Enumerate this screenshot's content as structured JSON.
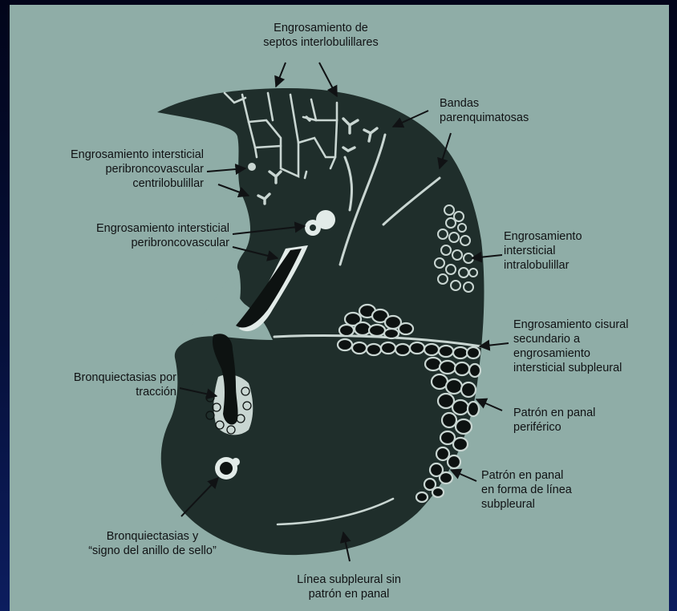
{
  "labels": {
    "septos": [
      "Engrosamiento de",
      "septos interlobulillares"
    ],
    "bandas": [
      "Bandas",
      "parenquimatosas"
    ],
    "centrilobulillar": [
      "Engrosamiento intersticial",
      "peribroncovascular",
      "centrilobulillar"
    ],
    "peribroncovascular": [
      "Engrosamiento intersticial",
      "peribroncovascular"
    ],
    "intralobulillar": [
      "Engrosamiento",
      "intersticial",
      "intralobulillar"
    ],
    "cisural": [
      "Engrosamiento cisural",
      "secundario a",
      "engrosamiento",
      "intersticial subpleural"
    ],
    "traccion": [
      "Bronquiectasias por",
      "tracción"
    ],
    "panal_periferico": [
      "Patrón en panal",
      "periférico"
    ],
    "panal_linea": [
      "Patrón en panal",
      "en forma de línea",
      "subpleural"
    ],
    "anillo": [
      "Bronquiectasias y",
      "“signo del anillo de sello”"
    ],
    "linea_sin_panal": [
      "Línea subpleural sin",
      "patrón en panal"
    ]
  },
  "colors": {
    "lung": "#1f2e2b",
    "paper": "#8fada7",
    "ink": "#101214",
    "frame": "#050a1e"
  }
}
